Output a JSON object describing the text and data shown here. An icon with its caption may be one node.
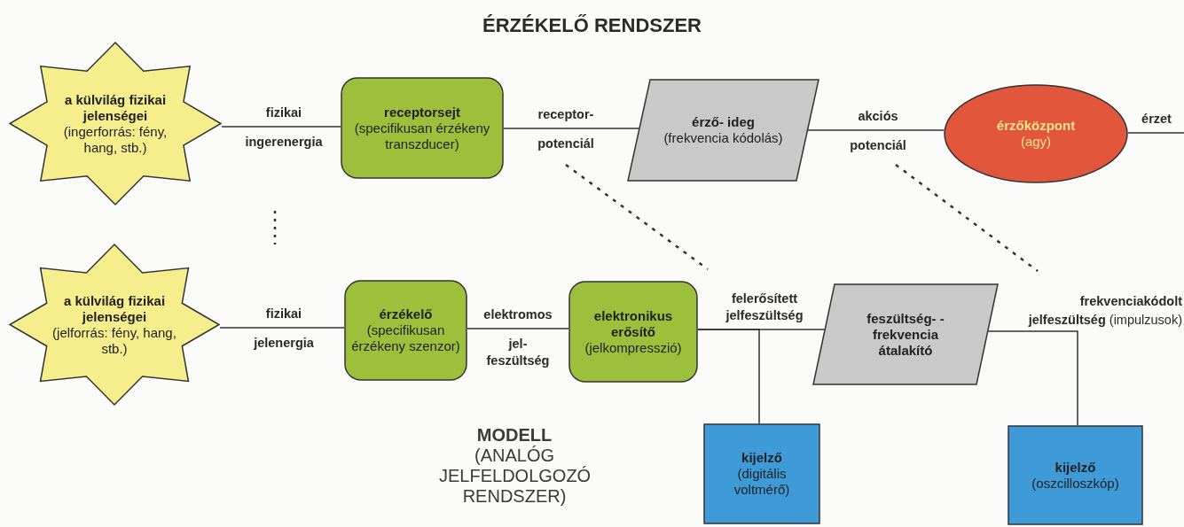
{
  "diagram": {
    "title": "ÉRZÉKELŐ RENDSZER",
    "nodes": [
      {
        "text": [
          "a külvilág fizikai jelenségei",
          "(ingerforrás: fény, hang, stb.)"
        ]
      },
      {
        "text": [
          "receptorsejt",
          "(specifikusan érzékeny transzducer)"
        ]
      },
      {
        "text": [
          "érző- ideg",
          "(frekvencia kódolás)"
        ]
      },
      {
        "text": [
          "érzőközpont",
          "(agy)"
        ]
      },
      {
        "text": [
          "a külvilág fizikai jelenségei",
          "(jelforrás: fény, hang, stb.)"
        ]
      },
      {
        "text": [
          "érzékelő",
          "(specifikusan érzékeny szenzor)"
        ]
      },
      {
        "text": [
          "elektronikus erősítő",
          "(jelkompresszió)"
        ]
      },
      {
        "text": [
          "feszültség- -frekvencia átalakító"
        ]
      },
      {
        "text": [
          "kijelző",
          "(digitális voltmérő)"
        ]
      },
      {
        "text": [
          "kijelző",
          "(oszcilloszkóp)"
        ]
      }
    ],
    "edges": [
      {
        "from": 0,
        "to": 1,
        "arrow": "none",
        "label": "fizikai ingerenergia"
      },
      {
        "from": 1,
        "to": 2,
        "arrow": "none",
        "label": "receptor- potenciál"
      },
      {
        "from": 2,
        "to": 3,
        "arrow": "none",
        "label": "akciós potenciál"
      },
      {
        "from": 3,
        "to": null,
        "arrow": "none",
        "label": "érzet"
      },
      {
        "from": 4,
        "to": 5,
        "arrow": "none",
        "label": "fizikai jelenergia"
      },
      {
        "from": 5,
        "to": 6,
        "arrow": "none",
        "label": "elektromos jel- feszültség"
      },
      {
        "from": 6,
        "to": 7,
        "arrow": "none",
        "label": "felerősített jelfeszültség"
      },
      {
        "from": 6,
        "to": 8,
        "arrow": "none"
      },
      {
        "from": 7,
        "to": 9,
        "arrow": "none",
        "label": "**frekvenciakódolt jelfeszültség** (impulzusok)"
      }
    ],
    "labels": [
      "**MODELL** (ANALÓG JELFELDOLGOZÓ RENDSZER)"
    ]
  }
}
